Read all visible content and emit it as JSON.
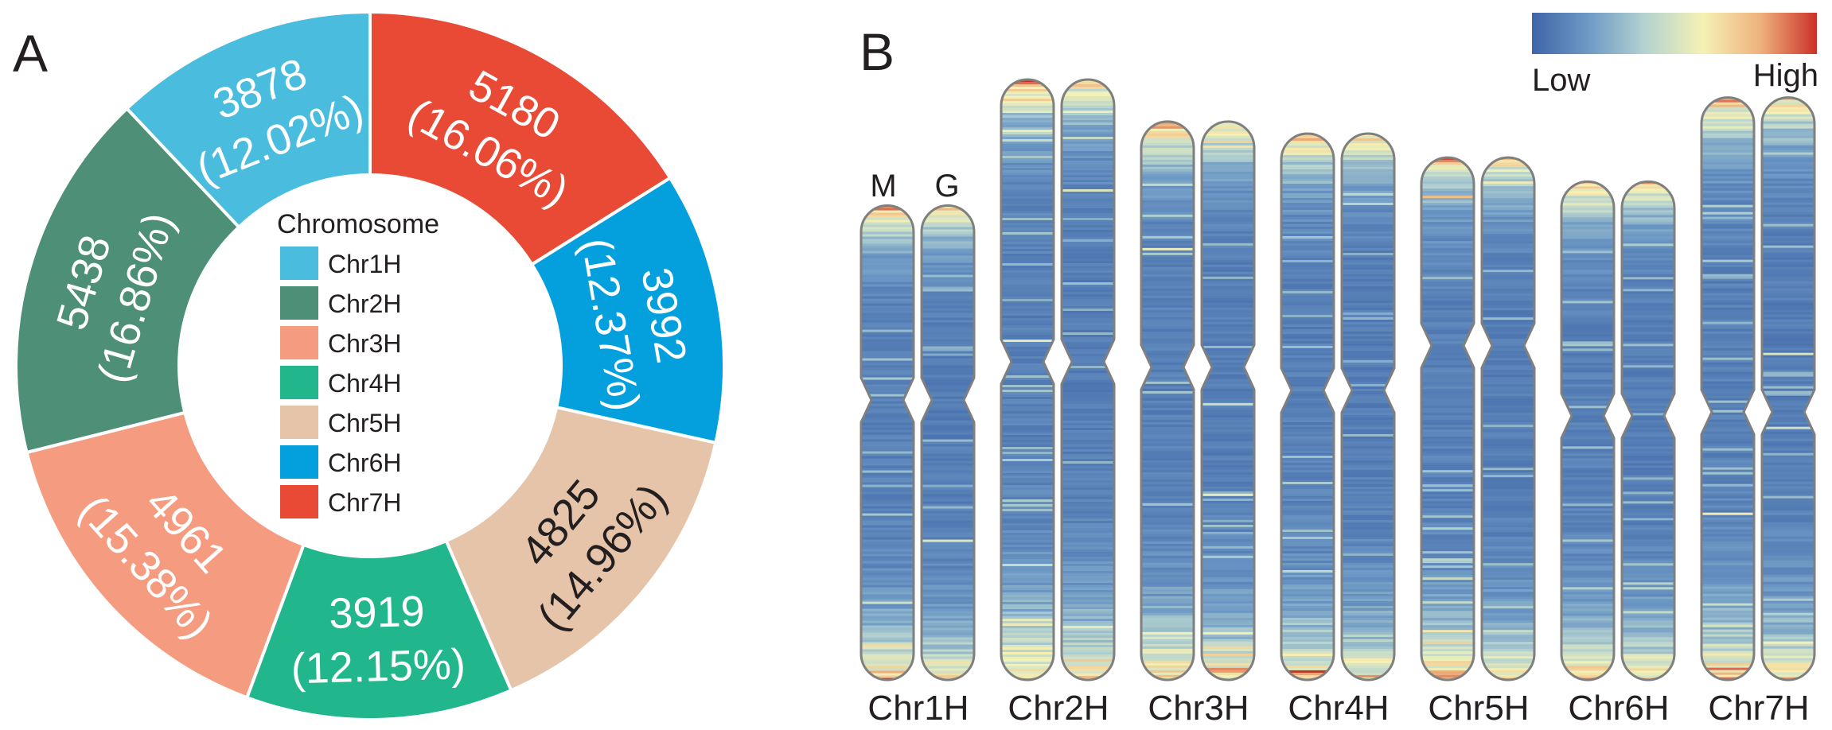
{
  "panels": {
    "a_label": "A",
    "b_label": "B"
  },
  "chart_data": [
    {
      "type": "pie",
      "legend_title": "Chromosome",
      "slices": [
        {
          "name": "Chr1H",
          "value": 3878,
          "percent": "12.02%",
          "count_label": "3878",
          "pct_label": "(12.02%)",
          "color": "#4ABCDE",
          "text_color": "#ffffff"
        },
        {
          "name": "Chr2H",
          "value": 5438,
          "percent": "16.86%",
          "count_label": "5438",
          "pct_label": "(16.86%)",
          "color": "#4E8F78",
          "text_color": "#ffffff"
        },
        {
          "name": "Chr3H",
          "value": 4961,
          "percent": "15.38%",
          "count_label": "4961",
          "pct_label": "(15.38%)",
          "color": "#F59C80",
          "text_color": "#ffffff"
        },
        {
          "name": "Chr4H",
          "value": 3919,
          "percent": "12.15%",
          "count_label": "3919",
          "pct_label": "(12.15%)",
          "color": "#22B68D",
          "text_color": "#ffffff"
        },
        {
          "name": "Chr5H",
          "value": 4825,
          "percent": "14.96%",
          "count_label": "4825",
          "pct_label": "(14.96%)",
          "color": "#E5C4AA",
          "text_color": "#231f20"
        },
        {
          "name": "Chr6H",
          "value": 3992,
          "percent": "12.37%",
          "count_label": "3992",
          "pct_label": "(12.37%)",
          "color": "#03A0DD",
          "text_color": "#ffffff"
        },
        {
          "name": "Chr7H",
          "value": 5180,
          "percent": "16.06%",
          "count_label": "5180",
          "pct_label": "(16.06%)",
          "color": "#E94A35",
          "text_color": "#ffffff"
        }
      ]
    },
    {
      "type": "heatmap",
      "description_scale": {
        "low_label": "Low",
        "high_label": "High",
        "colors": [
          "#3F65A8",
          "#6E9AC5",
          "#B5D3D0",
          "#F5F1B4",
          "#EFB27E",
          "#CB3227"
        ]
      },
      "track_labels": [
        "M",
        "G"
      ],
      "chromosomes": [
        {
          "name": "Chr1H",
          "relative_length": 0.79,
          "centromere": 0.41
        },
        {
          "name": "Chr2H",
          "relative_length": 1.0,
          "centromere": 0.47
        },
        {
          "name": "Chr3H",
          "relative_length": 0.93,
          "centromere": 0.44
        },
        {
          "name": "Chr4H",
          "relative_length": 0.91,
          "centromere": 0.47
        },
        {
          "name": "Chr5H",
          "relative_length": 0.87,
          "centromere": 0.36
        },
        {
          "name": "Chr6H",
          "relative_length": 0.83,
          "centromere": 0.47
        },
        {
          "name": "Chr7H",
          "relative_length": 0.97,
          "centromere": 0.54
        }
      ]
    }
  ]
}
